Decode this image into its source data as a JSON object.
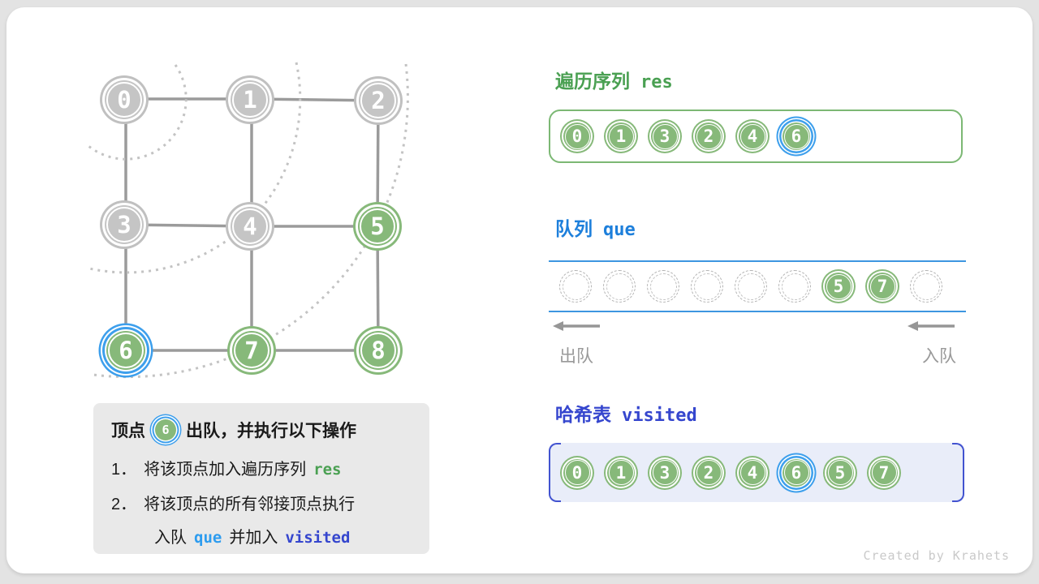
{
  "page": {
    "credit": "Created by Krahets"
  },
  "colors": {
    "node_green": "#87b97a",
    "node_gray": "#c5c5c5",
    "highlight_blue_ring": "#3d9fec",
    "res_title_green": "#4aa052",
    "que_title_blue": "#1d7fdb",
    "visited_title_indigo": "#3546ce",
    "que_inline_blue": "#2d9cef",
    "visited_box_bg": "#e9edf9",
    "info_box_bg": "#e9e9e9"
  },
  "graph": {
    "nodes": [
      {
        "label": "0",
        "state": "processed-gray"
      },
      {
        "label": "1",
        "state": "processed-gray"
      },
      {
        "label": "2",
        "state": "processed-gray"
      },
      {
        "label": "3",
        "state": "processed-gray"
      },
      {
        "label": "4",
        "state": "processed-gray"
      },
      {
        "label": "5",
        "state": "green"
      },
      {
        "label": "6",
        "state": "current-highlighted"
      },
      {
        "label": "7",
        "state": "green"
      },
      {
        "label": "8",
        "state": "green"
      }
    ],
    "edges": [
      [
        0,
        1
      ],
      [
        1,
        2
      ],
      [
        3,
        4
      ],
      [
        4,
        5
      ],
      [
        6,
        7
      ],
      [
        7,
        8
      ],
      [
        0,
        3
      ],
      [
        3,
        6
      ],
      [
        1,
        4
      ],
      [
        4,
        7
      ],
      [
        2,
        5
      ],
      [
        5,
        8
      ]
    ],
    "bfs_level_arcs": 3
  },
  "sections": {
    "res": {
      "title_zh": "遍历序列",
      "title_code": "res",
      "items": [
        "0",
        "1",
        "3",
        "2",
        "4",
        "6"
      ],
      "highlight_index": 5
    },
    "que": {
      "title_zh": "队列",
      "title_code": "que",
      "cells": [
        "",
        "",
        "",
        "",
        "",
        "",
        "5",
        "7",
        ""
      ],
      "dequeue_label": "出队",
      "enqueue_label": "入队"
    },
    "visited": {
      "title_zh": "哈希表",
      "title_code": "visited",
      "items": [
        "0",
        "1",
        "3",
        "2",
        "4",
        "6",
        "5",
        "7"
      ],
      "highlight_index": 5
    }
  },
  "info": {
    "title_prefix": "顶点",
    "vertex_label": "6",
    "title_suffix": "出队，并执行以下操作",
    "steps": {
      "n1": "1．",
      "t1": "将该顶点加入遍历序列",
      "c1": "res",
      "n2": "2．",
      "t2": "将该顶点的所有邻接顶点执行",
      "t3a": "入队",
      "c3a": "que",
      "t3b": "并加入",
      "c3b": "visited"
    }
  }
}
